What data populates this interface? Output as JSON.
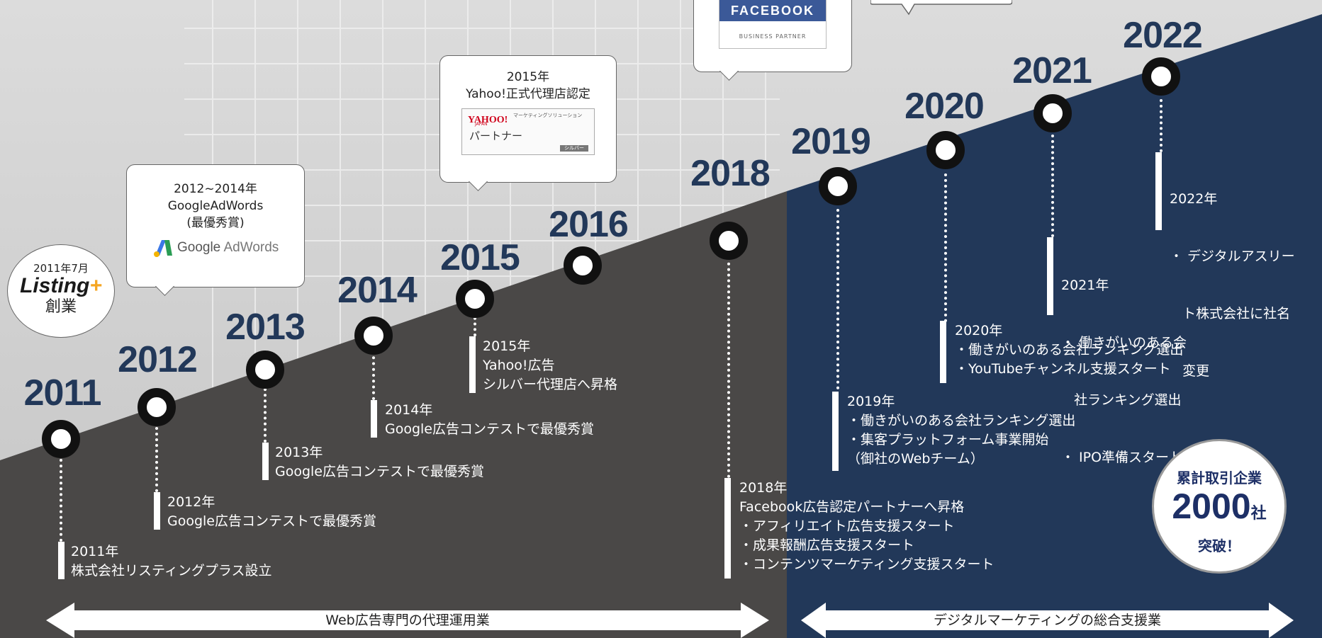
{
  "years": [
    {
      "label": "2011",
      "events": [
        "2011年",
        "株式会社リスティングプラス設立"
      ]
    },
    {
      "label": "2012",
      "events": [
        "2012年",
        "Google広告コンテストで最優秀賞"
      ]
    },
    {
      "label": "2013",
      "events": [
        "2013年",
        "Google広告コンテストで最優秀賞"
      ]
    },
    {
      "label": "2014",
      "events": [
        "2014年",
        "Google広告コンテストで最優秀賞"
      ]
    },
    {
      "label": "2015",
      "events": [
        "2015年",
        "Yahoo!広告",
        "シルバー代理店へ昇格"
      ]
    },
    {
      "label": "2016",
      "events": []
    },
    {
      "label": "2018",
      "events": [
        "2018年",
        "Facebook広告認定パートナーへ昇格",
        "・アフィリエイト広告支援スタート",
        "・成果報酬広告支援スタート",
        "・コンテンツマーケティング支援スタート"
      ]
    },
    {
      "label": "2019",
      "events": [
        "2019年",
        "・働きがいのある会社ランキング選出",
        "・集客プラットフォーム事業開始",
        "（御社のWebチーム）"
      ]
    },
    {
      "label": "2020",
      "events": [
        "2020年",
        "・働きがいのある会社ランキング選出",
        "・YouTubeチャンネル支援スタート"
      ]
    },
    {
      "label": "2021",
      "events": [
        "2021年",
        "・ 働きがいのある会",
        "   社ランキング選出",
        "・ IPO準備スタート"
      ]
    },
    {
      "label": "2022",
      "events": [
        "2022年",
        "・ デジタルアスリー",
        "   ト株式会社に社名",
        "   変更"
      ]
    }
  ],
  "bubbles": {
    "founding": {
      "date": "2011年7月",
      "logo": "Listing",
      "plus": "+",
      "text": "創業"
    },
    "google": {
      "period": "2012~2014年",
      "name": "GoogleAdWords",
      "award": "(最優秀賞)",
      "logo_google": "Google",
      "logo_adwords": "AdWords"
    },
    "yahoo": {
      "year": "2015年",
      "title": "Yahoo!正式代理店認定",
      "logo": "YAHOO!",
      "logo_sub": "JAPAN",
      "logo_tag": "マーケティングソリューション",
      "partner": "パートナー",
      "rank": "シルバー"
    },
    "facebook": {
      "name": "FACEBOOK",
      "sub": "BUSINESS PARTNER"
    }
  },
  "badge": {
    "line1": "累計取引企業",
    "number": "2000",
    "unit": "社",
    "line3": "突破！"
  },
  "arrows": {
    "left": "Web広告専門の代理運用業",
    "right": "デジタルマーケティングの総合支援業"
  },
  "colors": {
    "navy": "#223859",
    "dark": "#4a4847",
    "accent": "#f5a623"
  }
}
